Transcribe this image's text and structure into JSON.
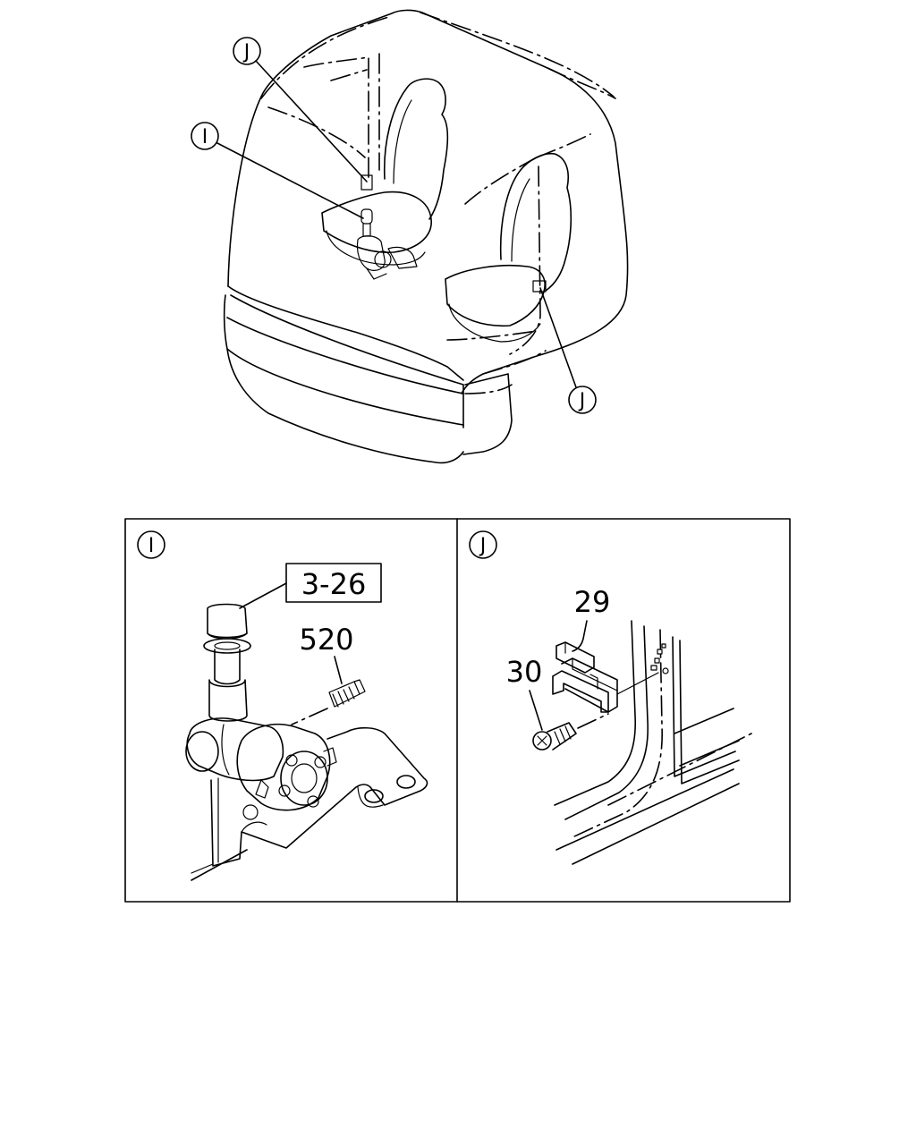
{
  "overview": {
    "callouts": [
      {
        "id": "J",
        "letter": "J"
      },
      {
        "id": "I",
        "letter": "I"
      },
      {
        "id": "J2",
        "letter": "J"
      }
    ]
  },
  "panel_i": {
    "letter": "I",
    "ref_box": "3-26",
    "parts": [
      {
        "num": "520"
      }
    ]
  },
  "panel_j": {
    "letter": "J",
    "parts": [
      {
        "num": "29"
      },
      {
        "num": "30"
      }
    ]
  }
}
